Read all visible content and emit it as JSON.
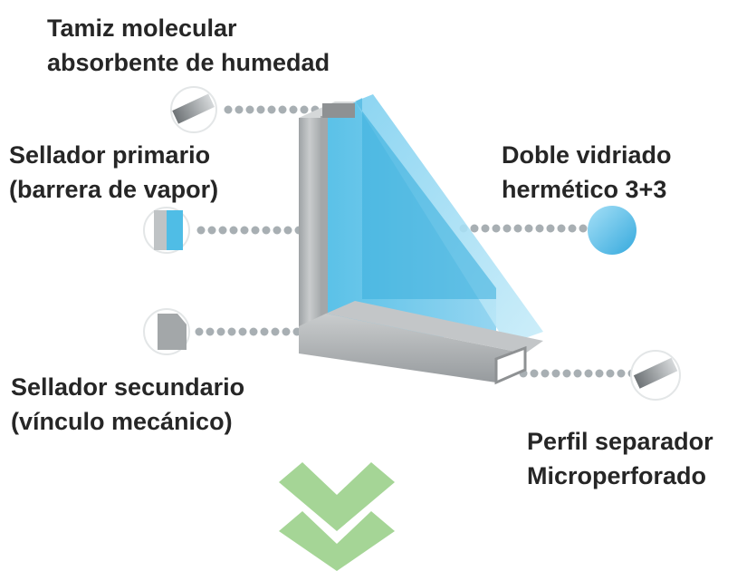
{
  "labels": {
    "molecular_sieve": [
      "Tamiz molecular",
      "absorbente de humedad"
    ],
    "primary_sealant": [
      "Sellador primario",
      "(barrera de vapor)"
    ],
    "double_glazing": [
      "Doble vidriado",
      "hermético 3+3"
    ],
    "secondary_sealant": [
      "Sellador secundario",
      "(vínculo mecánico)"
    ],
    "spacer_profile": [
      "Perfil separador",
      "Microperforado"
    ]
  },
  "colors": {
    "text": "#262626",
    "glass": "#5bc3ea",
    "glass_light": "#aee0f5",
    "frame": "#b3b6b8",
    "frame_dark": "#8e9193",
    "dots": "#a8afb3",
    "chevron": "#a5d596"
  },
  "icons": [
    "down-chevron-icon"
  ]
}
